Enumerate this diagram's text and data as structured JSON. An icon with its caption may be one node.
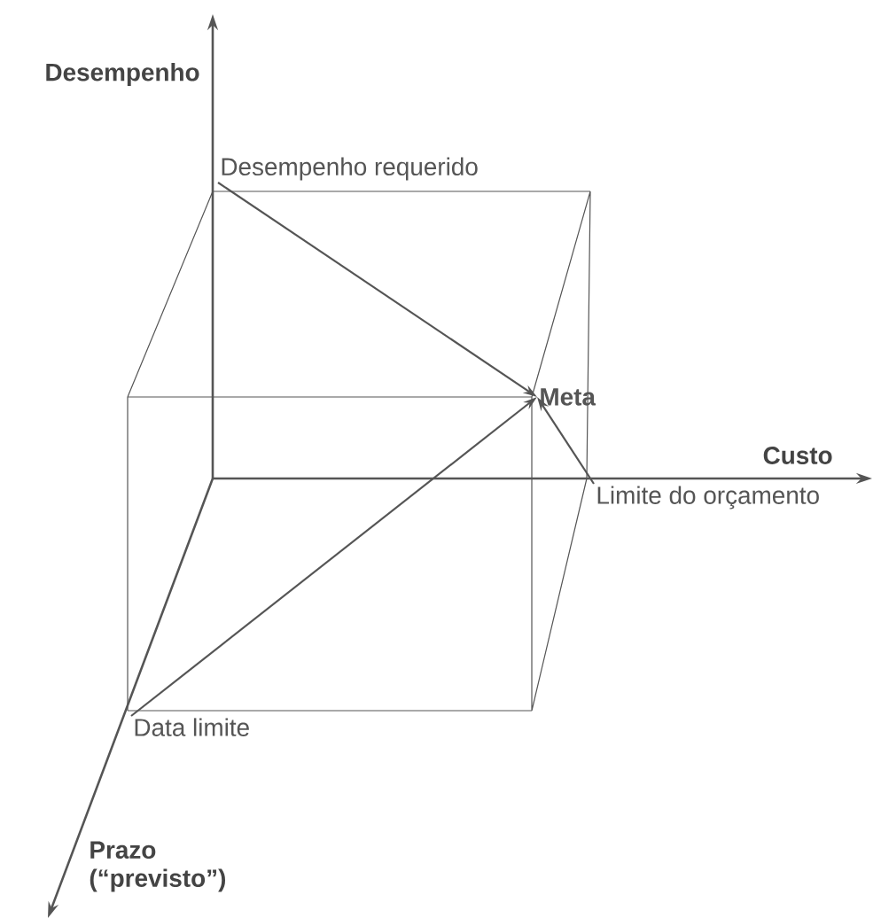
{
  "diagram": {
    "nodes": [
      {
        "text": [
          "Desempenho requerido"
        ]
      },
      {
        "text": [
          "Meta"
        ]
      },
      {
        "text": [
          "Limite do orçamento"
        ]
      },
      {
        "text": [
          "Data limite"
        ]
      }
    ],
    "edges": [
      {
        "from": 0,
        "to": 1,
        "arrow": "to"
      },
      {
        "from": 3,
        "to": 1,
        "arrow": "to"
      },
      {
        "from": 2,
        "to": 1,
        "arrow": "to"
      }
    ],
    "labels": [
      "Desempenho",
      "Custo",
      "Prazo (“previsto”)"
    ]
  }
}
